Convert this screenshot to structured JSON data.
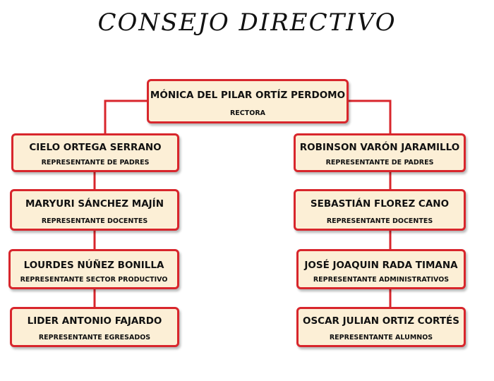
{
  "title": "CONSEJO DIRECTIVO",
  "colors": {
    "border": "#d8262c",
    "fill": "#fcefd6",
    "connector": "#d8262c"
  },
  "top": {
    "name": "MÓNICA DEL PILAR ORTÍZ PERDOMO",
    "role": "RECTORA"
  },
  "left": [
    {
      "name": "CIELO ORTEGA SERRANO",
      "role": "REPRESENTANTE DE PADRES"
    },
    {
      "name": "MARYURI SÁNCHEZ MAJÍN",
      "role": "REPRESENTANTE DOCENTES"
    },
    {
      "name": "LOURDES NÚÑEZ BONILLA",
      "role": "REPRESENTANTE SECTOR PRODUCTIVO"
    },
    {
      "name": "LIDER ANTONIO FAJARDO",
      "role": "REPRESENTANTE EGRESADOS"
    }
  ],
  "right": [
    {
      "name": "ROBINSON VARÓN JARAMILLO",
      "role": "REPRESENTANTE DE PADRES"
    },
    {
      "name": "SEBASTIÁN FLOREZ CANO",
      "role": "REPRESENTANTE DOCENTES"
    },
    {
      "name": "JOSÉ JOAQUIN RADA TIMANA",
      "role": "REPRESENTANTE ADMINISTRATIVOS"
    },
    {
      "name": "OSCAR JULIAN ORTIZ CORTÉS",
      "role": "REPRESENTANTE ALUMNOS"
    }
  ]
}
